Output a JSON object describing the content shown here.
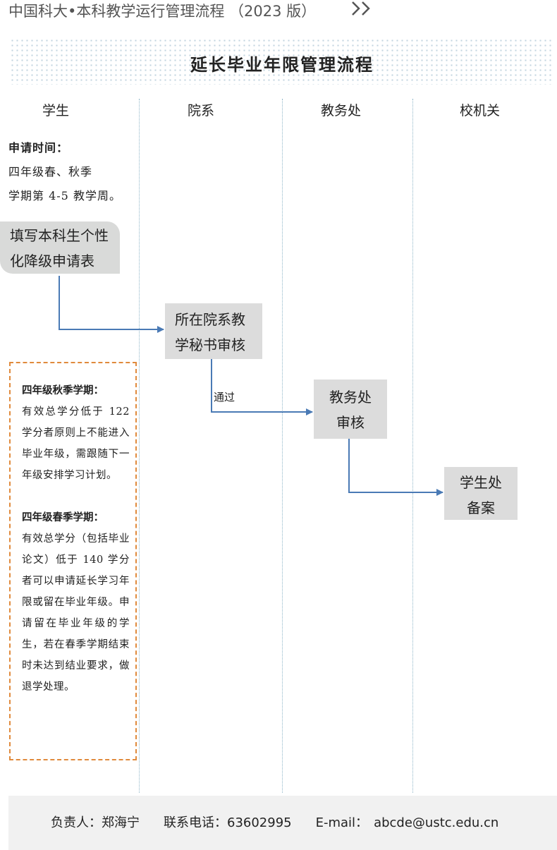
{
  "header": {
    "title": "中国科大•本科教学运行管理流程 （2023 版）"
  },
  "banner": {
    "title": "延长毕业年限管理流程"
  },
  "columns": [
    "学生",
    "院系",
    "教务处",
    "校机关"
  ],
  "apply_time": {
    "label": "申请时间：",
    "line1": "四年级春、秋季",
    "line2": "学期第 4-5 教学周。"
  },
  "nodes": {
    "student": {
      "line1": "填写本科生个性",
      "line2": "化降级申请表"
    },
    "dept": {
      "line1": "所在院系教",
      "line2": "学秘书审核"
    },
    "office": {
      "line1": "教务处",
      "line2": "审核"
    },
    "archive": {
      "line1": "学生处",
      "line2": "备案"
    }
  },
  "edge_label": "通过",
  "notes": {
    "autumn_title": "四年级秋季学期：",
    "autumn_text": "有效总学分低于 122 学分者原则上不能进入毕业年级，需跟随下一年级安排学习计划。",
    "spring_title": "四年级春季学期：",
    "spring_text": "有效总学分（包括毕业论文）低于 140 学分者可以申请延长学习年限或留在毕业年级。申请留在毕业年级的学生，若在春季学期结束时未达到结业要求，做退学处理。"
  },
  "footer": {
    "contact_person": "负责人：郑海宁",
    "phone": "联系电话：63602995",
    "email_label": "E-mail：",
    "email": "abcde@ustc.edu.cn"
  },
  "colors": {
    "arrow": "#4a7ab5",
    "note_border": "#e08a3c",
    "node_fill": "#dcdcdc"
  }
}
